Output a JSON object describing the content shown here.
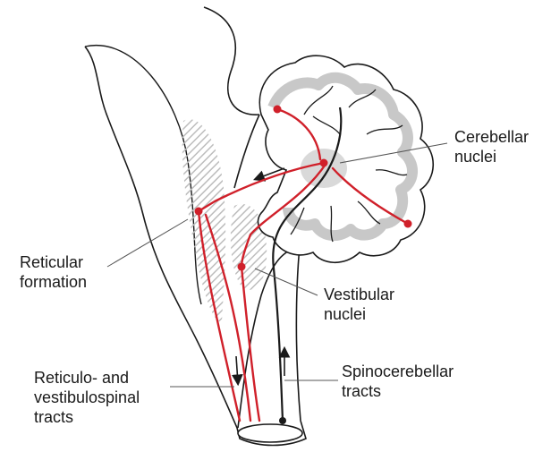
{
  "labels": {
    "cerebellar_nuclei": {
      "line1": "Cerebellar",
      "line2": "nuclei"
    },
    "reticular_formation": {
      "line1": "Reticular",
      "line2": "formation"
    },
    "vestibular_nuclei": {
      "line1": "Vestibular",
      "line2": "nuclei"
    },
    "spinocerebellar_tracts": {
      "line1": "Spinocerebellar",
      "line2": "tracts"
    },
    "reticulo_vestibulospinal": {
      "line1": "Reticulo- and",
      "line2": "vestibulospinal",
      "line3": "tracts"
    }
  },
  "colors": {
    "pathway_red": "#d0202a",
    "outline": "#1a1a1a",
    "cortex_fill": "#d8d8d8",
    "reticular_hatch": "#c4c4c4"
  }
}
